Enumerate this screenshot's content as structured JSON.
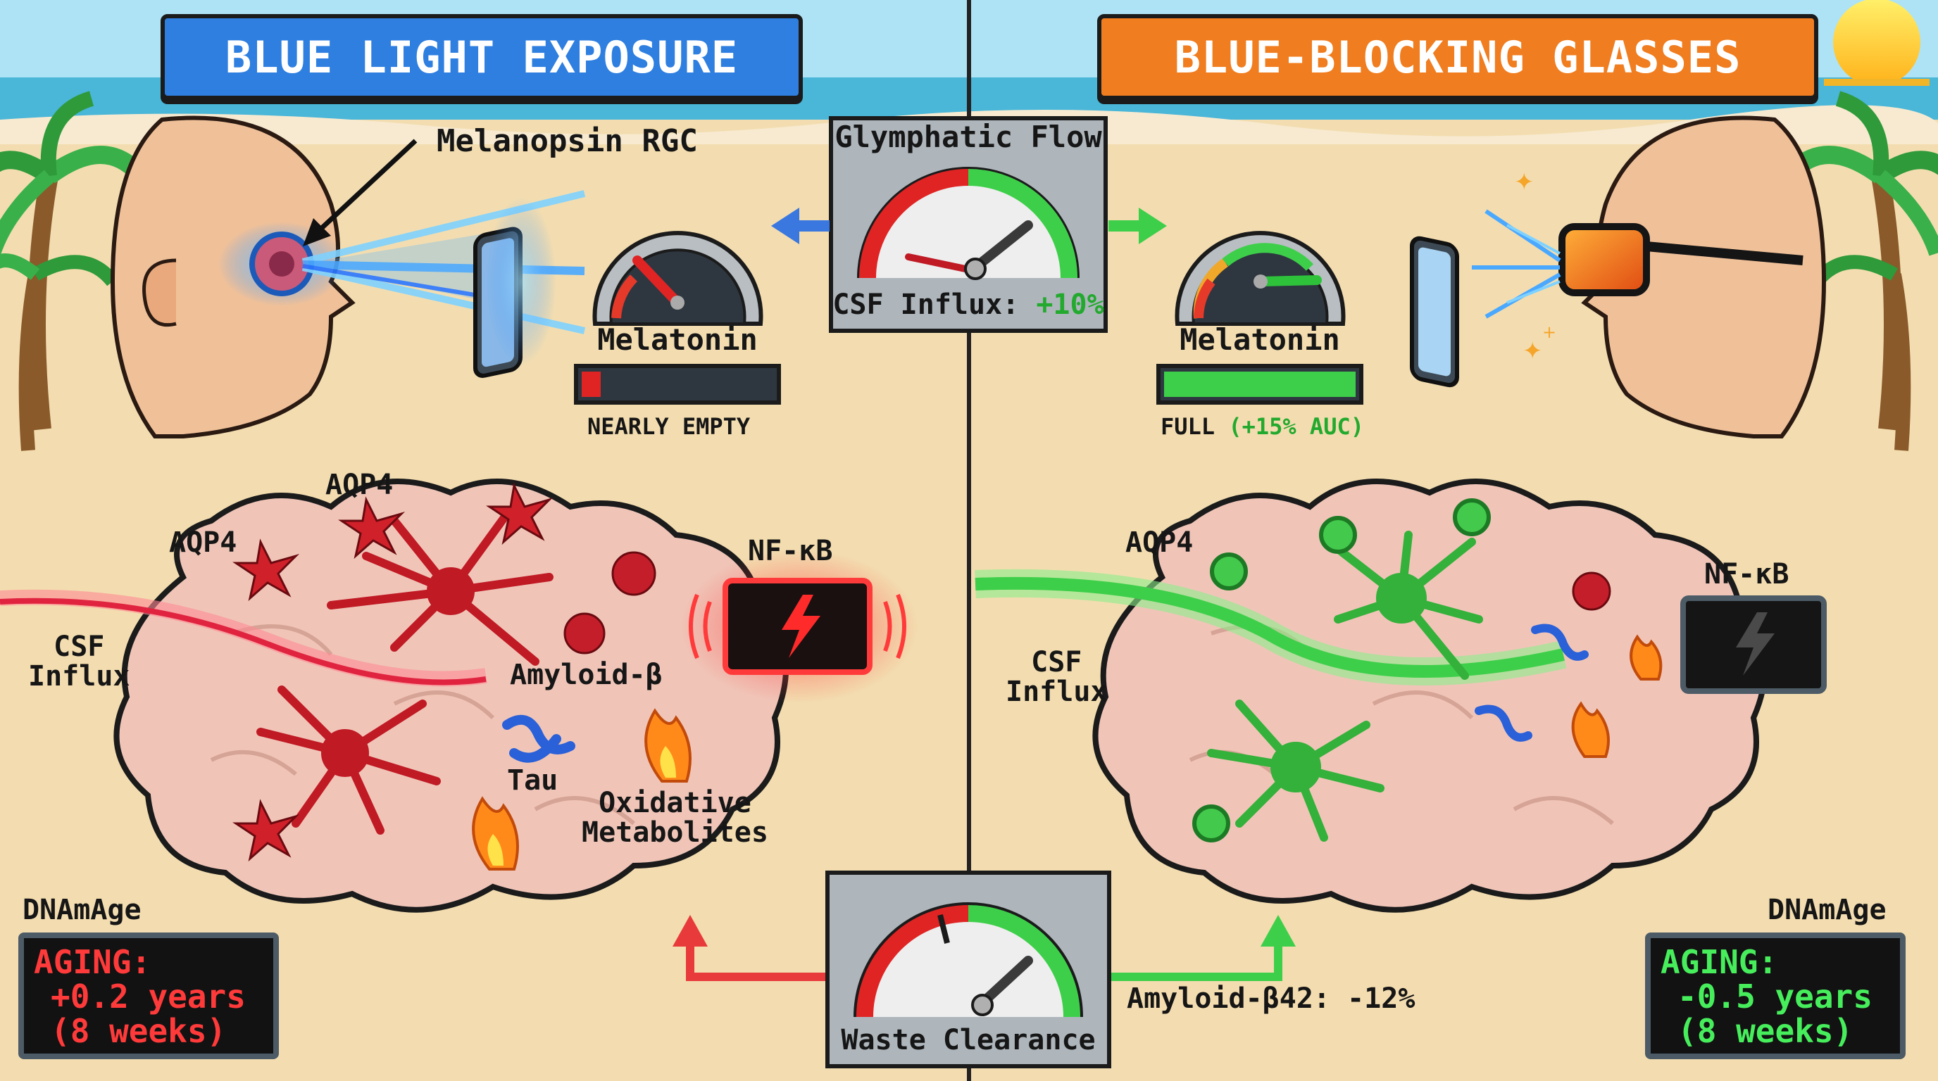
{
  "left_panel": {
    "title": "BLUE LIGHT EXPOSURE",
    "eye_label": "Melanopsin RGC",
    "melatonin_label": "Melatonin",
    "melatonin_fill": 0.1,
    "melatonin_status": "NEARLY EMPTY",
    "aqp4_label_a": "AQP4",
    "aqp4_label_b": "AQP4",
    "csf_label": "CSF\nInflux",
    "nfkb_label": "NF-κB",
    "amyloid_label": "Amyloid-β",
    "tau_label": "Tau",
    "oxidative_label": "Oxidative\nMetabolites",
    "dnamage_label": "DNAmAge",
    "aging_line1": "AGING:",
    "aging_line2": "+0.2 years",
    "aging_line3": "(8 weeks)"
  },
  "right_panel": {
    "title": "BLUE-BLOCKING GLASSES",
    "melatonin_label": "Melatonin",
    "melatonin_fill": 1.0,
    "melatonin_status_prefix": "FULL",
    "melatonin_status_detail": "(+15% AUC)",
    "aqp4_label": "AQP4",
    "csf_label": "CSF\nInflux",
    "nfkb_label": "NF-κB",
    "dnamage_label": "DNAmAge",
    "aging_line1": "AGING:",
    "aging_line2": "-0.5 years",
    "aging_line3": "(8 weeks)"
  },
  "center": {
    "glymphatic_title": "Glymphatic Flow",
    "csf_influx_prefix": "CSF Influx:",
    "csf_influx_value": "+10%",
    "waste_title": "Waste Clearance",
    "amyloid42_text": "Amyloid-β42: -12%"
  },
  "colors": {
    "blue_accent": "#2f7fe0",
    "orange_accent": "#f07d1f",
    "bad_red": "#e02424",
    "good_green": "#3ecf4a",
    "sand": "#f3ddb0",
    "skin": "#f0c199"
  }
}
